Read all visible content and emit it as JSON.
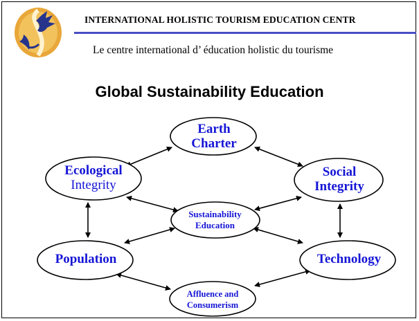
{
  "header": {
    "org_name": "INTERNATIONAL HOLISTIC TOURISM EDUCATION CENTR",
    "org_name_fr": "Le centre international d’ éducation holistic du tourisme"
  },
  "title": "Global Sustainability Education",
  "nodes": {
    "earth": {
      "line1": "Earth",
      "line2": "Charter"
    },
    "ecological": {
      "line1": "Ecological",
      "line2": "Integrity"
    },
    "social": {
      "line1": "Social",
      "line2": "Integrity"
    },
    "sustainability": {
      "line1": "Sustainability",
      "line2": "Education"
    },
    "population": {
      "line1": "Population"
    },
    "technology": {
      "line1": "Technology"
    },
    "affluence": {
      "line1": "Affluence and",
      "line2": "Consumerism"
    }
  },
  "colors": {
    "node_text": "#1515d6",
    "header_rule": "#4a4fc4",
    "logo_orange": "#e9a73a",
    "logo_blue": "#27348b"
  },
  "icons": {
    "logo": "dragon-seal-logo"
  }
}
